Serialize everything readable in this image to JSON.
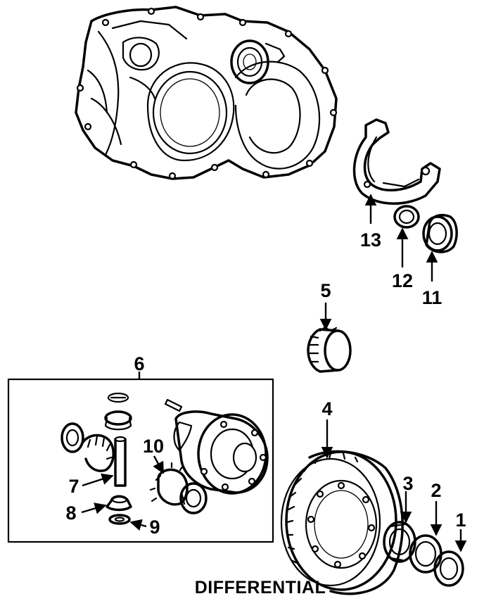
{
  "caption": "DIFFERENTIAL",
  "callouts": {
    "c1": "1",
    "c2": "2",
    "c3": "3",
    "c4": "4",
    "c5": "5",
    "c6": "6",
    "c7": "7",
    "c8": "8",
    "c9": "9",
    "c10": "10",
    "c11": "11",
    "c12": "12",
    "c13": "13"
  }
}
